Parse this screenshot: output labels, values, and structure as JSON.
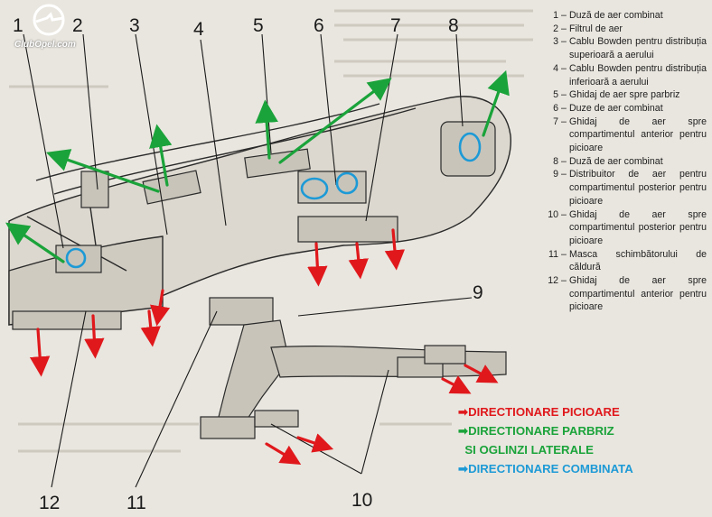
{
  "logo": {
    "text": "ClubOpel.com"
  },
  "callouts": [
    "1",
    "2",
    "3",
    "4",
    "5",
    "6",
    "7",
    "8",
    "9",
    "10",
    "11",
    "12"
  ],
  "legend": [
    {
      "n": "1",
      "text": "Duză de aer combinat"
    },
    {
      "n": "2",
      "text": "Filtrul de aer"
    },
    {
      "n": "3",
      "text": "Cablu Bowden pentru distribuția superioară a aerului"
    },
    {
      "n": "4",
      "text": "Cablu Bowden pentru distribuția inferioară a aerului"
    },
    {
      "n": "5",
      "text": "Ghidaj de aer spre parbriz"
    },
    {
      "n": "6",
      "text": "Duze de aer combinat"
    },
    {
      "n": "7",
      "text": "Ghidaj de aer spre compartimentul anterior pentru picioare"
    },
    {
      "n": "8",
      "text": "Duză de aer combinat"
    },
    {
      "n": "9",
      "text": "Distribuitor de aer pentru compartimentul posterior pentru picioare"
    },
    {
      "n": "10",
      "text": "Ghidaj de aer spre compartimentul posterior pentru picioare"
    },
    {
      "n": "11",
      "text": "Masca schimbătorului de căldură"
    },
    {
      "n": "12",
      "text": "Ghidaj de aer spre compartimentul anterior pentru picioare"
    }
  ],
  "key": {
    "red": "DIRECTIONARE PICIOARE",
    "green_1": "DIRECTIONARE PARBRIZ",
    "green_2": "SI OGLINZI LATERALE",
    "blue": "DIRECTIONARE COMBINATA"
  },
  "colors": {
    "red": "#e0181c",
    "green": "#1aa33a",
    "blue": "#1d9ad6"
  }
}
